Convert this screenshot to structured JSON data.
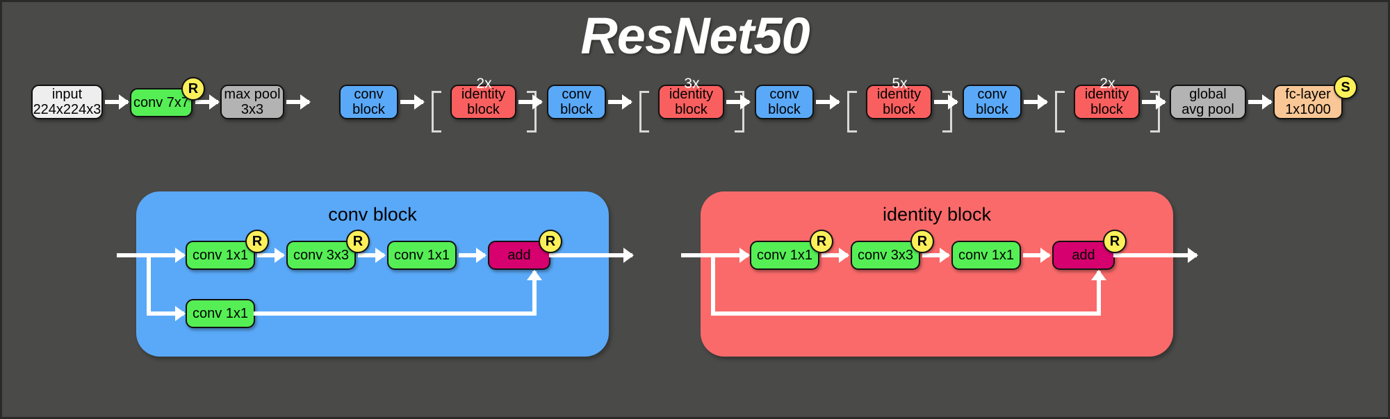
{
  "title": "ResNet50",
  "colors": {
    "background": "#4a4a48",
    "input": "#eeeeee",
    "conv_green": "#55ef55",
    "pool_gray": "#b3b3b3",
    "conv_block_blue": "#5aa9f8",
    "identity_block_red": "#fa5f5f",
    "panel_identity_red": "#fa6a6a",
    "fc_orange": "#f9c795",
    "add_magenta": "#d6006e",
    "badge_yellow": "#fbf05a",
    "arrow_white": "#ffffff",
    "bracket_gray": "#d9d9d9"
  },
  "pipeline": {
    "nodes": [
      {
        "id": "input",
        "line1": "input",
        "line2": "224x224x3",
        "style": "n-input",
        "badge": null
      },
      {
        "id": "conv7x7",
        "line1": "conv 7x7",
        "line2": "",
        "style": "n-green",
        "badge": "R"
      },
      {
        "id": "maxpool",
        "line1": "max pool",
        "line2": "3x3",
        "style": "n-gray",
        "badge": null
      },
      {
        "id": "convblock1",
        "line1": "conv",
        "line2": "block",
        "style": "n-blue",
        "badge": null
      },
      {
        "id": "identity1",
        "line1": "identity",
        "line2": "block",
        "style": "n-red",
        "badge": null
      },
      {
        "id": "convblock2",
        "line1": "conv",
        "line2": "block",
        "style": "n-blue",
        "badge": null
      },
      {
        "id": "identity2",
        "line1": "identity",
        "line2": "block",
        "style": "n-red",
        "badge": null
      },
      {
        "id": "convblock3",
        "line1": "conv",
        "line2": "block",
        "style": "n-blue",
        "badge": null
      },
      {
        "id": "identity3",
        "line1": "identity",
        "line2": "block",
        "style": "n-red",
        "badge": null
      },
      {
        "id": "convblock4",
        "line1": "conv",
        "line2": "block",
        "style": "n-blue",
        "badge": null
      },
      {
        "id": "identity4",
        "line1": "identity",
        "line2": "block",
        "style": "n-red",
        "badge": null
      },
      {
        "id": "globalavg",
        "line1": "global",
        "line2": "avg pool",
        "style": "n-gray",
        "badge": null
      },
      {
        "id": "fclayer",
        "line1": "fc-layer",
        "line2": "1x1000",
        "style": "n-orange",
        "badge": "S"
      }
    ],
    "repeats": [
      {
        "target": "identity1",
        "label": "2x"
      },
      {
        "target": "identity2",
        "label": "3x"
      },
      {
        "target": "identity3",
        "label": "5x"
      },
      {
        "target": "identity4",
        "label": "2x"
      }
    ]
  },
  "conv_block_detail": {
    "title": "conv block",
    "main_path": [
      {
        "label": "conv 1x1",
        "badge": "R"
      },
      {
        "label": "conv 3x3",
        "badge": "R"
      },
      {
        "label": "conv 1x1",
        "badge": null
      },
      {
        "label": "add",
        "badge": "R"
      }
    ],
    "skip_path": [
      {
        "label": "conv 1x1",
        "badge": null
      }
    ]
  },
  "identity_block_detail": {
    "title": "identity block",
    "main_path": [
      {
        "label": "conv 1x1",
        "badge": "R"
      },
      {
        "label": "conv 3x3",
        "badge": "R"
      },
      {
        "label": "conv 1x1",
        "badge": null
      },
      {
        "label": "add",
        "badge": "R"
      }
    ],
    "skip_path": []
  },
  "legend": {
    "relu_badge": "R",
    "softmax_badge": "S"
  }
}
